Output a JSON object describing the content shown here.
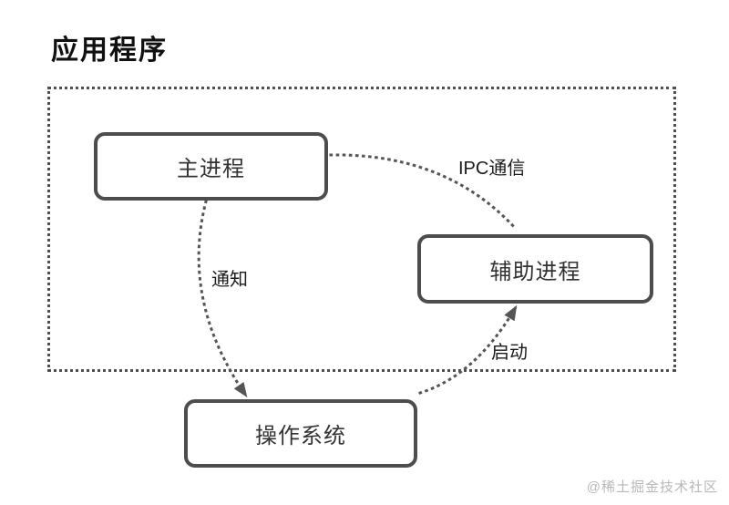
{
  "title": "应用程序",
  "diagram": {
    "nodes": [
      {
        "id": "main-process",
        "label": "主进程"
      },
      {
        "id": "helper-process",
        "label": "辅助进程"
      },
      {
        "id": "operating-system",
        "label": "操作系统"
      }
    ],
    "edges": [
      {
        "id": "ipc",
        "label": "IPC通信",
        "from": "主进程",
        "to": "辅助进程",
        "style": "dotted-curve",
        "arrowhead": "none"
      },
      {
        "id": "notify",
        "label": "通知",
        "from": "主进程",
        "to": "操作系统",
        "style": "dotted-curve",
        "arrowhead": "end"
      },
      {
        "id": "launch",
        "label": "启动",
        "from": "操作系统",
        "to": "辅助进程",
        "style": "dotted-curve",
        "arrowhead": "end"
      }
    ]
  },
  "watermark": "@稀土掘金技术社区",
  "colors": {
    "background": "#ffffff",
    "title_text": "#111111",
    "dashed_container_border": "#4f4f4f",
    "node_border": "#4d4d4d",
    "node_text": "#333333",
    "arrow": "#555555",
    "edge_label_text": "#1a1a1a",
    "watermark_text": "#b8b8b8"
  }
}
